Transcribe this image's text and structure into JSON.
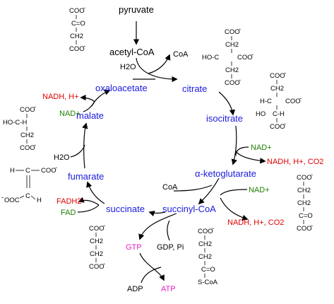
{
  "metabolites": {
    "pyruvate": "pyruvate",
    "acetyl_coa": "acetyl-CoA",
    "oxaloacetate": "oxaloacetate",
    "citrate": "citrate",
    "isocitrate": "isocitrate",
    "alpha_ketoglutarate": "α-ketoglutarate",
    "succinyl_coa": "succinyl-CoA",
    "succinate": "succinate",
    "fumarate": "fumarate",
    "malate": "malate"
  },
  "cofactors": {
    "coa_out": "CoA",
    "h2o_citrate": "H2O",
    "nad_1": "NAD+",
    "nadh_1": "NADH, H+, CO2",
    "coa_in": "CoA",
    "nad_2": "NAD+",
    "nadh_2": "NADH, H+, CO2",
    "gtp": "GTP",
    "gdp": "GDP, Pi",
    "adp": "ADP",
    "atp": "ATP",
    "fadh2": "FADH2",
    "fad": "FAD",
    "h2o_fumarate": "H2O",
    "nad_3": "NAD+",
    "nadh_3": "NADH, H+"
  },
  "structures": {
    "coo": "COO",
    "charge": "-",
    "ch2": "CH2",
    "keto": "C=O",
    "keto_lower": "C=O",
    "choh": "HO-C-H",
    "ho_c": "HO-C",
    "h_c": "H-C",
    "c_h": "C-H",
    "ho": "HO",
    "h": "H",
    "c_eq": "C",
    "sc_oa": "S-CoA",
    "c_dbl": "C=O",
    "ooc": "OOC"
  }
}
